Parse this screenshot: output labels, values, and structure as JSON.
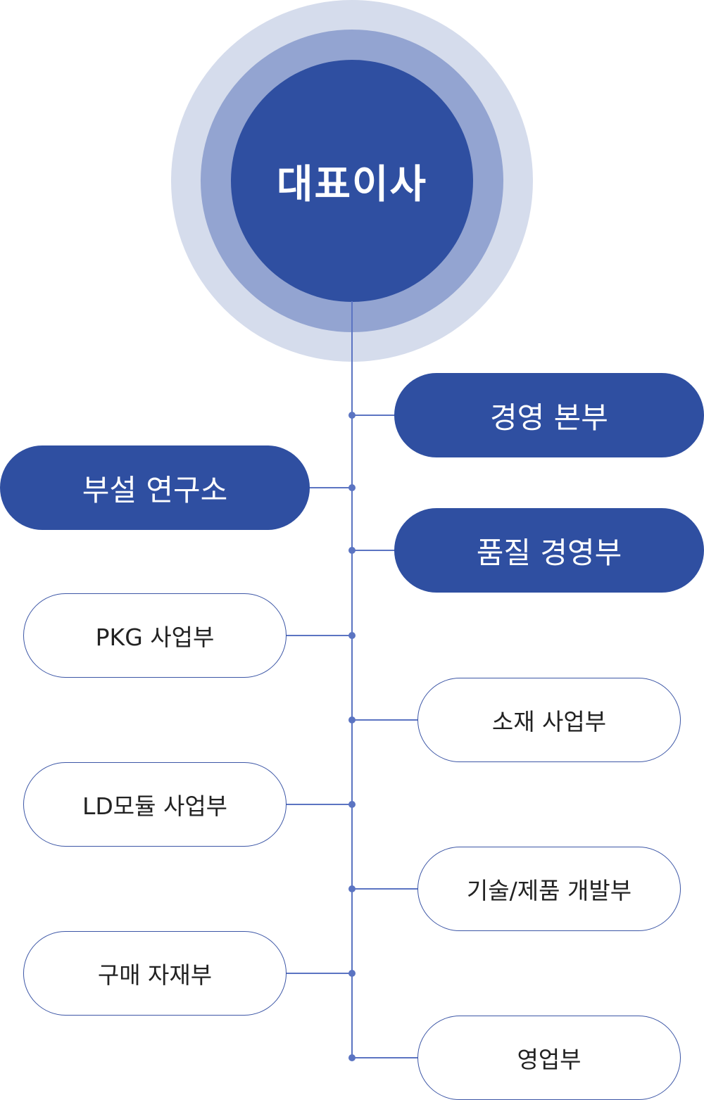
{
  "ceo": {
    "label": "대표이사"
  },
  "primary_nodes": {
    "management_hq": "경영 본부",
    "research_lab": "부설 연구소",
    "quality_management": "품질 경영부"
  },
  "secondary_nodes": {
    "pkg_business": "PKG 사업부",
    "materials_business": "소재 사업부",
    "ld_module_business": "LD모듈 사업부",
    "tech_product_dev": "기술/제품 개발부",
    "purchasing_materials": "구매 자재부",
    "sales": "영업부"
  },
  "colors": {
    "primary": "#2f4fa1",
    "ring_middle": "#93a4d1",
    "ring_outer": "#d5dcec",
    "connector": "#5b74c2",
    "node_border": "#3c56a6"
  }
}
